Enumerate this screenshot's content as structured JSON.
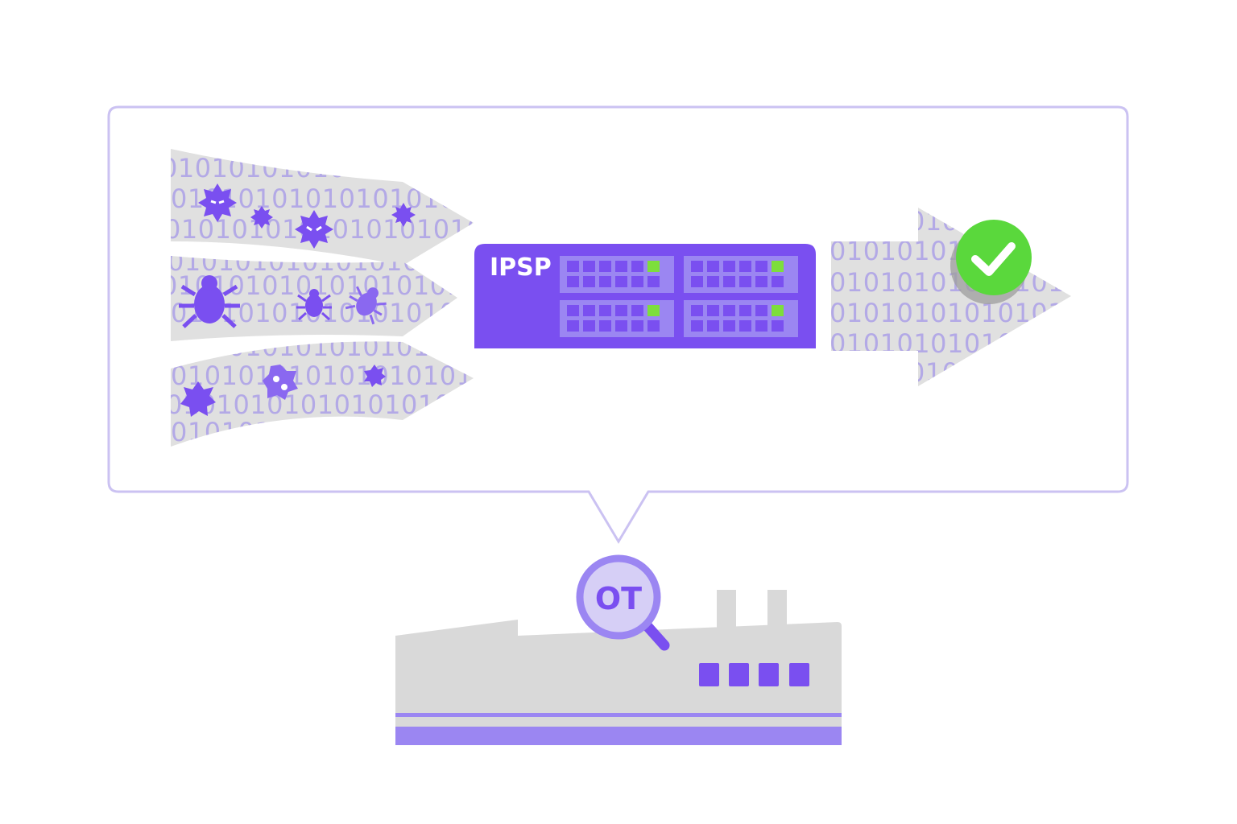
{
  "binary_stream_text": "0101010101010101010101010101010101010",
  "device": {
    "label": "IPSP"
  },
  "site": {
    "label": "OT"
  },
  "colors": {
    "primary_purple": "#7a4ff0",
    "light_purple": "#a78bf5",
    "panel_border": "#cbc2f2",
    "arrow_gray": "#e0e0e0",
    "factory_gray": "#d9d9d9",
    "ok_green": "#5ad83c",
    "led_green": "#7dde3c"
  },
  "icons": [
    "virus-icon",
    "bug-icon",
    "germ-icon",
    "check-circle-icon",
    "magnifier-icon",
    "network-appliance-icon",
    "factory-icon"
  ]
}
